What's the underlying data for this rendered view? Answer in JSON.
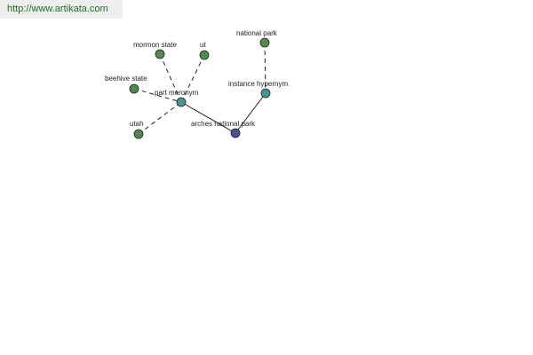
{
  "header": {
    "url": "http://www.artikata.com"
  },
  "colors": {
    "leaf_node": "#4f8a4f",
    "relation_node": "#4a9494",
    "root_node": "#4a4f94",
    "edge": "#222222",
    "url_text": "#1f6f1f"
  },
  "graph": {
    "root": {
      "label": "arches national park",
      "kind": "root"
    },
    "relations": [
      {
        "label": "part meronym",
        "kind": "relation"
      },
      {
        "label": "instance hypernym",
        "kind": "relation"
      }
    ],
    "terms": [
      {
        "label": "mormon state",
        "kind": "leaf",
        "relation": "part meronym"
      },
      {
        "label": "ut",
        "kind": "leaf",
        "relation": "part meronym"
      },
      {
        "label": "beehive state",
        "kind": "leaf",
        "relation": "part meronym"
      },
      {
        "label": "utah",
        "kind": "leaf",
        "relation": "part meronym"
      },
      {
        "label": "national park",
        "kind": "leaf",
        "relation": "instance hypernym"
      }
    ]
  }
}
